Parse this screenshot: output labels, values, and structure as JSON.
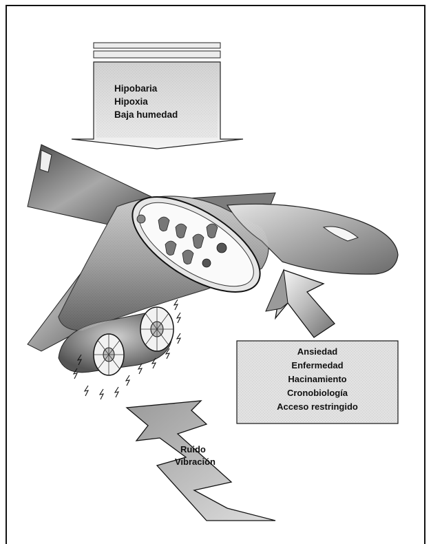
{
  "colors": {
    "frame": "#111111",
    "fill_light": "#e2e2e2",
    "fill_mid": "#b5b5b5",
    "fill_dark": "#5a5a5a",
    "text": "#111111"
  },
  "environment_arrow": {
    "icon": "down-arrow-icon",
    "lines": [
      "Hipobaria",
      "Hipoxia",
      "Baja humedad"
    ]
  },
  "airplane": {
    "icon": "airplane-icon",
    "cabin_icon": "passenger-cabin-icon",
    "engine_icon": "jet-engine-icon"
  },
  "passenger_factors": {
    "icon": "up-arrow-icon",
    "lines": [
      "Ansiedad",
      "Enfermedad",
      "Hacinamiento",
      "Cronobiología",
      "Acceso restringido"
    ]
  },
  "noise_bolt": {
    "icon": "lightning-bolt-icon",
    "lines": [
      "Ruido",
      "Vibración"
    ]
  }
}
